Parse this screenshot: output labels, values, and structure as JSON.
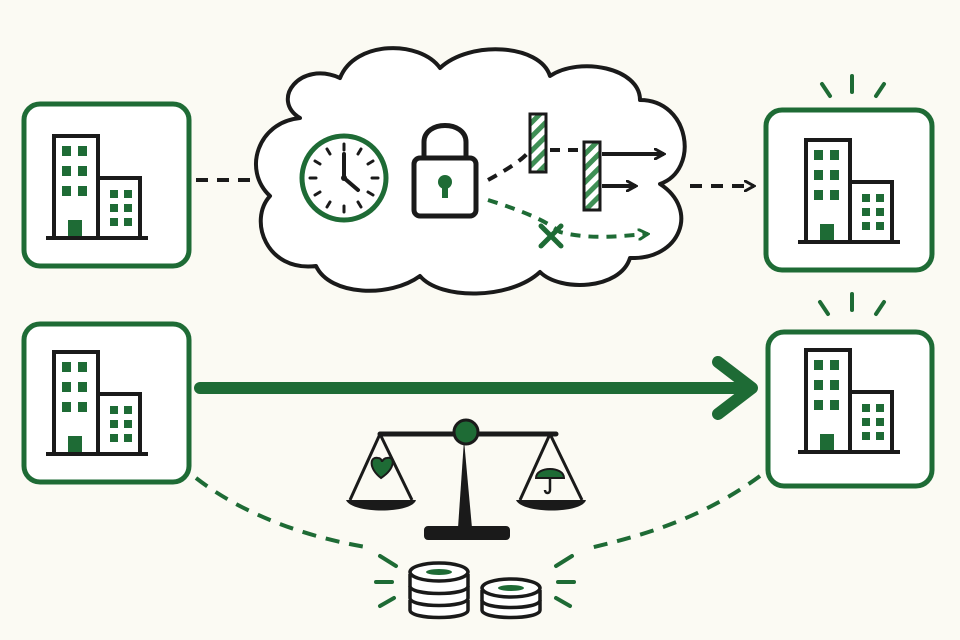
{
  "colors": {
    "background": "#fbfaf3",
    "accent_green": "#1e6b35",
    "ink": "#1a1a1a",
    "hatch_light": "#a8c9a8"
  },
  "icons": {
    "building": "office-building-icon",
    "clock": "clock-icon",
    "lock": "padlock-icon",
    "gate": "hatched-barrier-icon",
    "blocked": "x-mark-icon",
    "scale": "balance-scale-icon",
    "heart": "heart-icon",
    "umbrella": "umbrella-icon",
    "coins": "coin-stack-icon"
  },
  "diagram": {
    "top_row": {
      "source": "building",
      "process": [
        "clock",
        "lock",
        "gate",
        "gate",
        "blocked"
      ],
      "target": "building",
      "link_style": "dashed"
    },
    "bottom_row": {
      "source": "building",
      "target": "building",
      "link_style": "solid",
      "balance": [
        "heart",
        "umbrella"
      ],
      "value": "coins"
    }
  }
}
